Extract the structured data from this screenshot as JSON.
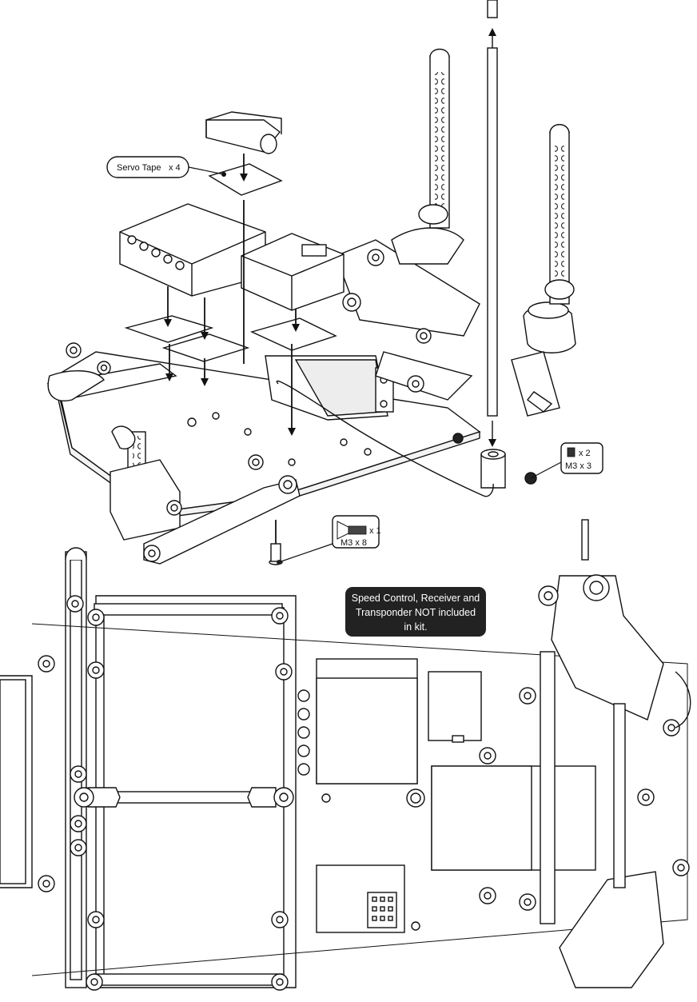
{
  "callouts": {
    "servo_tape": {
      "name": "Servo Tape",
      "qty": "x 4"
    },
    "set_screw": {
      "qty": "x 2",
      "size": "M3 x 3"
    },
    "flat_head_screw": {
      "qty": "x 1",
      "size": "M3 x 8"
    }
  },
  "note": {
    "line1": "Speed Control, Receiver and",
    "line2": "Transponder NOT included",
    "line3": "in kit.",
    "background": "#222222"
  }
}
